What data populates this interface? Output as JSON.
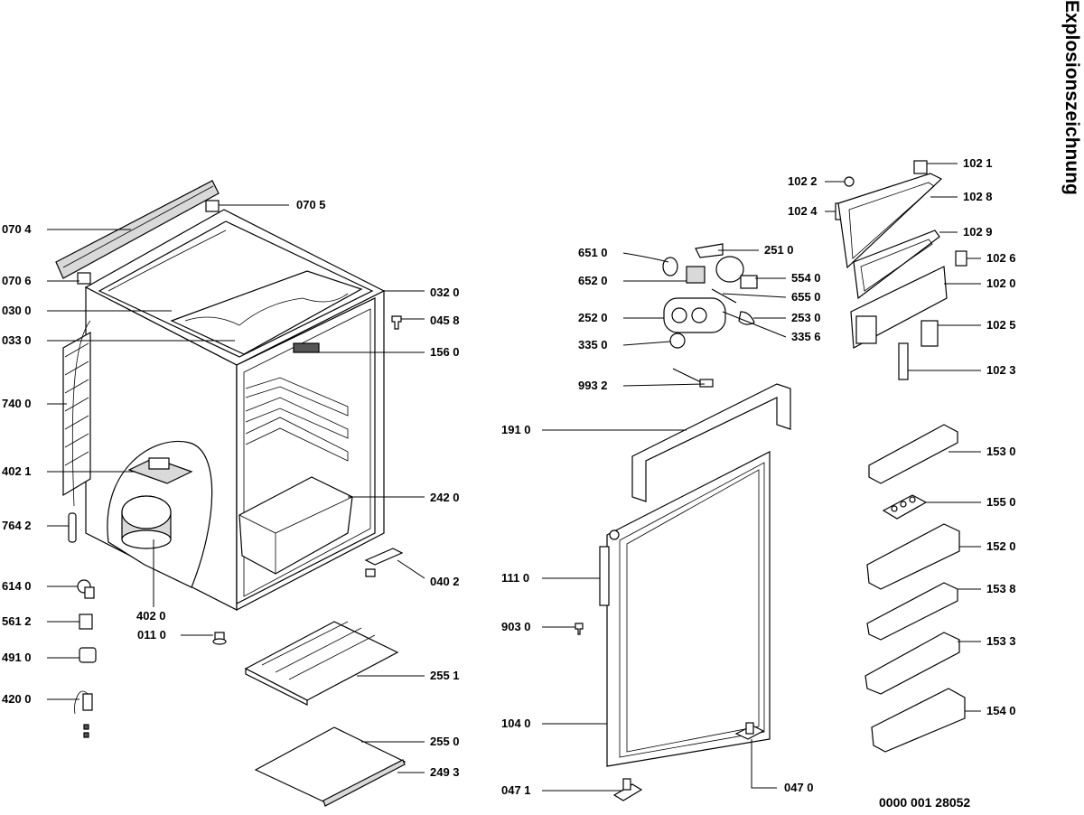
{
  "title": "Explosionszeichnung",
  "doc_number": "0000 001 28052",
  "parts": [
    {
      "id": "p0704",
      "label": "070 4"
    },
    {
      "id": "p0705",
      "label": "070 5"
    },
    {
      "id": "p0706",
      "label": "070 6"
    },
    {
      "id": "p0300",
      "label": "030 0"
    },
    {
      "id": "p0320",
      "label": "032 0"
    },
    {
      "id": "p0330",
      "label": "033 0"
    },
    {
      "id": "p0458",
      "label": "045 8"
    },
    {
      "id": "p1560",
      "label": "156 0"
    },
    {
      "id": "p7400",
      "label": "740 0"
    },
    {
      "id": "p4021",
      "label": "402 1"
    },
    {
      "id": "p2420",
      "label": "242 0"
    },
    {
      "id": "p7642",
      "label": "764 2"
    },
    {
      "id": "p0402",
      "label": "040 2"
    },
    {
      "id": "p6140",
      "label": "614 0"
    },
    {
      "id": "p4020",
      "label": "402 0"
    },
    {
      "id": "p5612",
      "label": "561 2"
    },
    {
      "id": "p0110",
      "label": "011 0"
    },
    {
      "id": "p4910",
      "label": "491 0"
    },
    {
      "id": "p2551",
      "label": "255 1"
    },
    {
      "id": "p4200",
      "label": "420 0"
    },
    {
      "id": "p2550",
      "label": "255 0"
    },
    {
      "id": "p2493",
      "label": "249 3"
    },
    {
      "id": "p6510",
      "label": "651 0"
    },
    {
      "id": "p2510",
      "label": "251 0"
    },
    {
      "id": "p6520",
      "label": "652 0"
    },
    {
      "id": "p5540",
      "label": "554 0"
    },
    {
      "id": "p6550",
      "label": "655 0"
    },
    {
      "id": "p2520",
      "label": "252 0"
    },
    {
      "id": "p2530",
      "label": "253 0"
    },
    {
      "id": "p3356",
      "label": "335 6"
    },
    {
      "id": "p3350",
      "label": "335 0"
    },
    {
      "id": "p9932",
      "label": "993 2"
    },
    {
      "id": "p1910",
      "label": "191 0"
    },
    {
      "id": "p1110",
      "label": "111 0"
    },
    {
      "id": "p9030",
      "label": "903 0"
    },
    {
      "id": "p1040",
      "label": "104 0"
    },
    {
      "id": "p0471",
      "label": "047 1"
    },
    {
      "id": "p0470",
      "label": "047 0"
    },
    {
      "id": "p1021",
      "label": "102 1"
    },
    {
      "id": "p1022",
      "label": "102 2"
    },
    {
      "id": "p1028",
      "label": "102 8"
    },
    {
      "id": "p1024",
      "label": "102 4"
    },
    {
      "id": "p1029",
      "label": "102 9"
    },
    {
      "id": "p1026",
      "label": "102 6"
    },
    {
      "id": "p1020",
      "label": "102 0"
    },
    {
      "id": "p1025",
      "label": "102 5"
    },
    {
      "id": "p1023",
      "label": "102 3"
    },
    {
      "id": "p1530",
      "label": "153 0"
    },
    {
      "id": "p1550",
      "label": "155 0"
    },
    {
      "id": "p1520",
      "label": "152 0"
    },
    {
      "id": "p1538",
      "label": "153 8"
    },
    {
      "id": "p1533",
      "label": "153 3"
    },
    {
      "id": "p1540",
      "label": "154 0"
    }
  ]
}
